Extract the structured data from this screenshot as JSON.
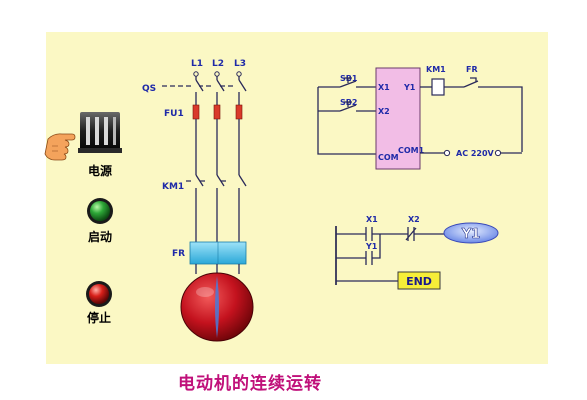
{
  "colors": {
    "panel_bg": "#fbf8c4",
    "wire": "#2a2a5a",
    "label_blue": "#1f2aa8",
    "caption_magenta": "#c0107a",
    "plc_box": "#f2bde6",
    "fuse_red": "#d93a2a",
    "relay_cyan": "#49c6ec",
    "motor_red": "#c4121e",
    "start_green": "#2ea838",
    "stop_red": "#d8201a",
    "coil_blue": "#8aa8f0",
    "end_yellow": "#f6ee38"
  },
  "power_circuit": {
    "line_labels": [
      "L1",
      "L2",
      "L3"
    ],
    "breaker_label": "QS",
    "fuse_label": "FU1",
    "contactor_label": "KM1",
    "relay_label": "FR"
  },
  "control_panel": {
    "power_label": "电源",
    "start_label": "启动",
    "stop_label": "停止",
    "icons": [
      "hand-pointer-icon",
      "power-switch-icon",
      "start-lamp-icon",
      "stop-lamp-icon"
    ]
  },
  "plc_wiring": {
    "sb1": "SB1",
    "sb2": "SB2",
    "x1": "X1",
    "x2": "X2",
    "com": "COM",
    "y1": "Y1",
    "com1": "COM1",
    "km1": "KM1",
    "fr": "FR",
    "ac": "AC 220V"
  },
  "ladder": {
    "x1": "X1",
    "x2": "X2",
    "y1_contact": "Y1",
    "y1_coil": "Y1",
    "end": "END"
  },
  "caption": "电动机的连续运转"
}
